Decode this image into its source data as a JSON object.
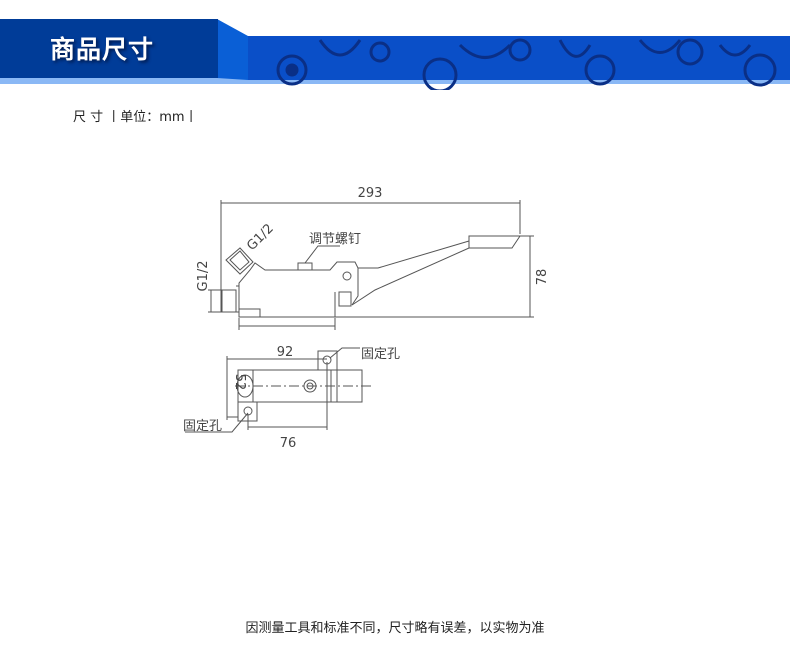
{
  "header": {
    "title": "商品尺寸",
    "colors": {
      "dark": "#003c98",
      "accent": "#0a5fd6",
      "stripe": "#8ab8f5"
    }
  },
  "unit_label": "尺 寸 丨单位：mm丨",
  "drawing": {
    "dim_length": "293",
    "dim_height": "78",
    "inlet_side": "G1/2",
    "inlet_top": "G1/2",
    "adjust_screw": "调节螺钉",
    "dim_92": "92",
    "dim_52": "52",
    "dim_76": "76",
    "fix_hole_top": "固定孔",
    "fix_hole_bottom": "固定孔"
  },
  "footer_note": "因测量工具和标准不同，尺寸略有误差，以实物为准"
}
